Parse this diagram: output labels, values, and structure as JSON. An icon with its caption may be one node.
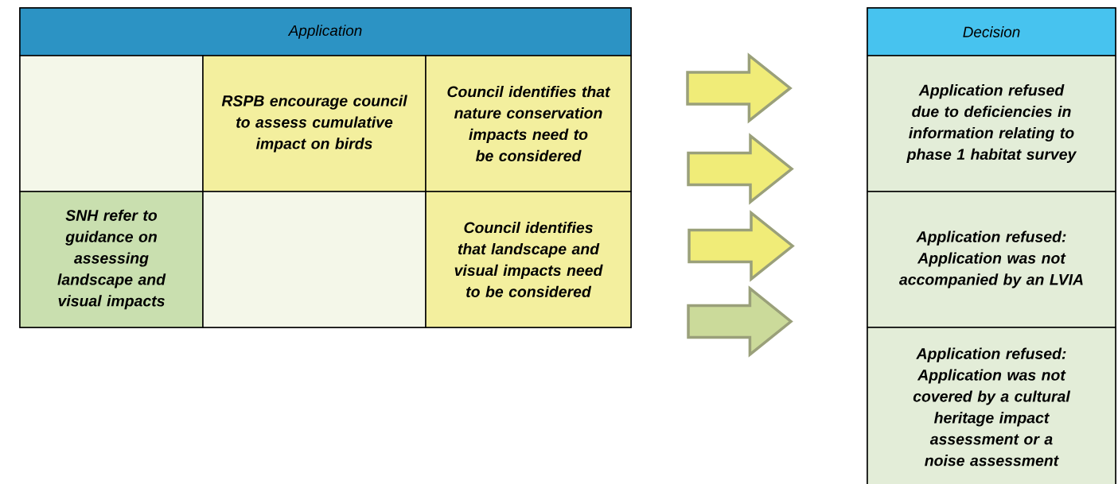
{
  "diagram": {
    "nodes": [
      {
        "text": [
          "Application"
        ]
      },
      {
        "text": [],
        "shape": "box",
        "in": 0
      },
      {
        "text": [
          "RSPB encourage council to assess cumulative impact on birds"
        ],
        "in": 0
      },
      {
        "text": [
          "Council identifies that nature conservation impacts need to be considered"
        ],
        "in": 0
      },
      {
        "text": [
          "SNH refer to guidance on assessing landscape and visual impacts"
        ],
        "in": 0
      },
      {
        "text": [],
        "shape": "box",
        "in": 0
      },
      {
        "text": [
          "Council identifies that landscape and visual impacts need to be considered"
        ],
        "in": 0
      },
      {
        "text": [
          "Decision"
        ]
      },
      {
        "text": [
          "Application refused due to deficiencies in information relating to phase 1 habitat survey"
        ],
        "in": 7
      },
      {
        "text": [
          "Application refused: Application was not accompanied by an LVIA"
        ],
        "in": 7
      },
      {
        "text": [
          "Application refused: Application was not covered by a cultural heritage impact assessment or a noise assessment"
        ],
        "in": 7
      }
    ],
    "edges": [
      {
        "from": 3,
        "to": 8,
        "arrow": "to"
      },
      {
        "from": 3,
        "to": 8,
        "arrow": "to"
      },
      {
        "from": 6,
        "to": 9,
        "arrow": "to"
      },
      {
        "from": 6,
        "to": 9,
        "arrow": "to",
        "color": "#cbda9a"
      }
    ]
  }
}
